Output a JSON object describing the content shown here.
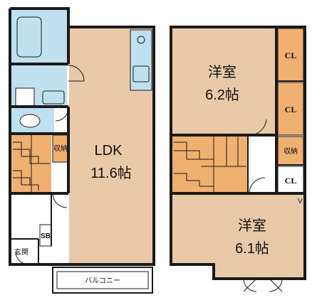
{
  "floor1": {
    "ldk_name": "LDK",
    "ldk_area": "11.6帖",
    "storage_label": "収納",
    "sb_label": "SB",
    "entrance_label": "玄関",
    "balcony_label": "バルコニー"
  },
  "floor2": {
    "room_upper_name": "洋室",
    "room_upper_area": "6.2帖",
    "room_lower_name": "洋室",
    "room_lower_area": "6.1帖",
    "cl_label_1": "CL",
    "cl_label_2": "CL",
    "cl_label_3": "CL",
    "storage_label": "収納",
    "marker_v": "V"
  },
  "colors": {
    "wall": "#1a1a1a",
    "room_tan": "#e9c9a8",
    "wet_area_blue": "#bfe0ee",
    "closet_orange": "#f0b070",
    "white_area": "#ffffff"
  }
}
